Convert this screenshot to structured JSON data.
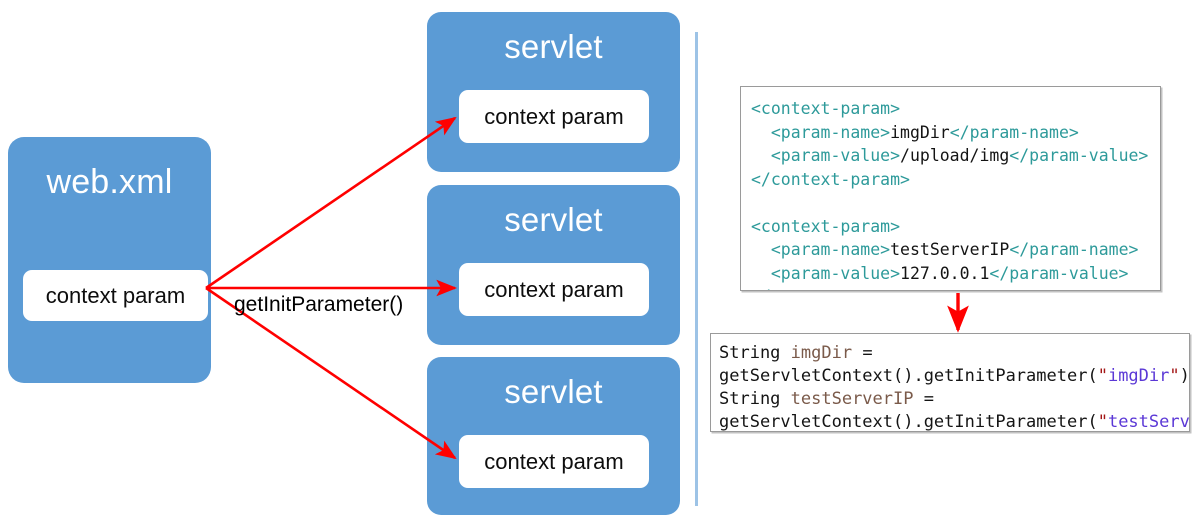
{
  "diagram": {
    "title_hidden": "",
    "accent_blue": "#5B9BD5",
    "arrow_red": "#FF0000",
    "divider_blue": "#9DC3E6",
    "tag_teal": "#2D9A9A",
    "string_purple": "#5B38D6",
    "quote_red": "#A31515"
  },
  "left": {
    "webxml": {
      "title": "web.xml",
      "param_label": "context param"
    },
    "arrow_caption": "getInitParameter()",
    "servlets": [
      {
        "title": "servlet",
        "param_label": "context param"
      },
      {
        "title": "servlet",
        "param_label": "context param"
      },
      {
        "title": "servlet",
        "param_label": "context param"
      }
    ]
  },
  "right": {
    "xml_panel": {
      "lines": [
        {
          "parts": [
            {
              "t": "<context-param>",
              "c": "tag"
            }
          ]
        },
        {
          "parts": [
            {
              "t": "  ",
              "c": "plain"
            },
            {
              "t": "<param-name>",
              "c": "tag"
            },
            {
              "t": "imgDir",
              "c": "txt"
            },
            {
              "t": "</param-name>",
              "c": "tag"
            }
          ]
        },
        {
          "parts": [
            {
              "t": "  ",
              "c": "plain"
            },
            {
              "t": "<param-value>",
              "c": "tag"
            },
            {
              "t": "/upload/img",
              "c": "txt"
            },
            {
              "t": "</param-value>",
              "c": "tag"
            }
          ]
        },
        {
          "parts": [
            {
              "t": "</context-param>",
              "c": "tag"
            }
          ]
        },
        {
          "parts": [
            {
              "t": "",
              "c": "plain"
            }
          ]
        },
        {
          "parts": [
            {
              "t": "<context-param>",
              "c": "tag"
            }
          ]
        },
        {
          "parts": [
            {
              "t": "  ",
              "c": "plain"
            },
            {
              "t": "<param-name>",
              "c": "tag"
            },
            {
              "t": "testServerIP",
              "c": "txt"
            },
            {
              "t": "</param-name>",
              "c": "tag"
            }
          ]
        },
        {
          "parts": [
            {
              "t": "  ",
              "c": "plain"
            },
            {
              "t": "<param-value>",
              "c": "tag"
            },
            {
              "t": "127.0.0.1",
              "c": "txt"
            },
            {
              "t": "</param-value>",
              "c": "tag"
            }
          ]
        },
        {
          "parts": [
            {
              "t": "</context-param>",
              "c": "tag"
            }
          ]
        }
      ]
    },
    "code_panel": {
      "lines": [
        {
          "parts": [
            {
              "t": "String ",
              "c": "kw"
            },
            {
              "t": "imgDir",
              "c": "var"
            },
            {
              "t": " =",
              "c": "plain"
            }
          ]
        },
        {
          "parts": [
            {
              "t": "getServletContext().getInitParameter(",
              "c": "plain"
            },
            {
              "t": "\"",
              "c": "quote"
            },
            {
              "t": "imgDir",
              "c": "str"
            },
            {
              "t": "\"",
              "c": "quote"
            },
            {
              "t": ");",
              "c": "plain"
            }
          ]
        },
        {
          "parts": [
            {
              "t": "String ",
              "c": "kw"
            },
            {
              "t": "testServerIP",
              "c": "var"
            },
            {
              "t": " =",
              "c": "plain"
            }
          ]
        },
        {
          "parts": [
            {
              "t": "getServletContext().getInitParameter(",
              "c": "plain"
            },
            {
              "t": "\"",
              "c": "quote"
            },
            {
              "t": "testServerIP",
              "c": "str"
            },
            {
              "t": "\"",
              "c": "quote"
            },
            {
              "t": ");",
              "c": "plain"
            }
          ]
        }
      ]
    }
  }
}
